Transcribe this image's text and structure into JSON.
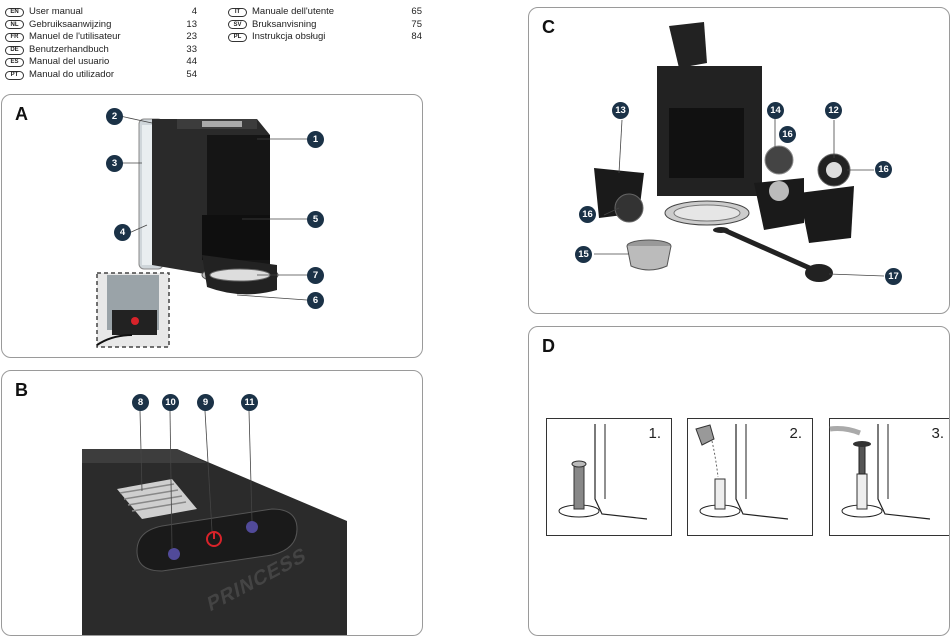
{
  "languages_left": [
    {
      "code": "EN",
      "name": "User manual",
      "page": "4"
    },
    {
      "code": "NL",
      "name": "Gebruiksaanwijzing",
      "page": "13"
    },
    {
      "code": "FR",
      "name": "Manuel de l'utilisateur",
      "page": "23"
    },
    {
      "code": "DE",
      "name": "Benutzerhandbuch",
      "page": "33"
    },
    {
      "code": "ES",
      "name": "Manual del usuario",
      "page": "44"
    },
    {
      "code": "PT",
      "name": "Manual do utilizador",
      "page": "54"
    }
  ],
  "languages_right": [
    {
      "code": "IT",
      "name": "Manuale dell'utente",
      "page": "65"
    },
    {
      "code": "SV",
      "name": "Bruksanvisning",
      "page": "75"
    },
    {
      "code": "PL",
      "name": "Instrukcja obsługi",
      "page": "84"
    }
  ],
  "panel_a": {
    "letter": "A",
    "callouts": [
      "1",
      "2",
      "3",
      "4",
      "5",
      "6",
      "7"
    ]
  },
  "panel_b": {
    "letter": "B",
    "callouts": [
      "8",
      "10",
      "9",
      "11"
    ],
    "brand": "PRINCESS"
  },
  "panel_c": {
    "letter": "C",
    "callouts": [
      "13",
      "14",
      "16",
      "12",
      "16",
      "16",
      "15",
      "17"
    ]
  },
  "panel_d": {
    "letter": "D",
    "steps": [
      "1.",
      "2.",
      "3."
    ]
  },
  "colors": {
    "callout": "#1b3247",
    "machine": "#1c1c1c",
    "panel_border": "#9a9a9a",
    "power_red": "#d8232a",
    "button_blue": "#6a5fd0"
  }
}
